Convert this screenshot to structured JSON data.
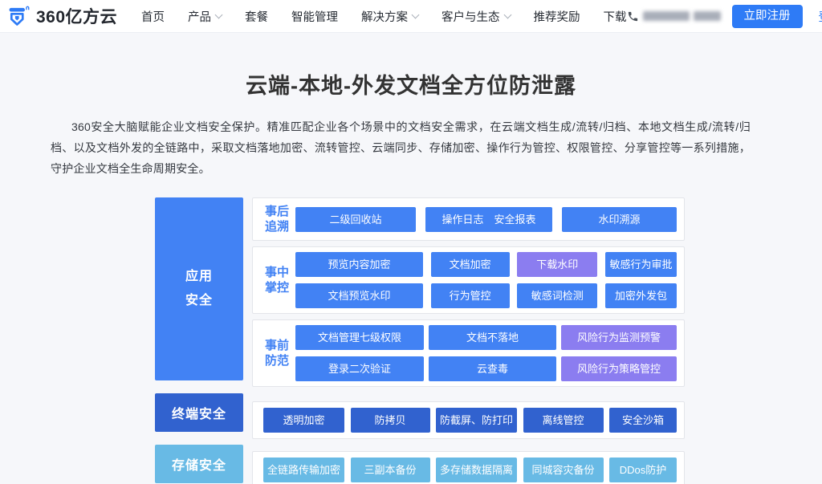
{
  "colors": {
    "blue": "#4282f4",
    "dark": "#3162cf",
    "light": "#68bae5",
    "purple": "#8b7df0",
    "accent": "#2e7bf6"
  },
  "nav": {
    "logo_text": "360亿方云",
    "logo_icon": "shield-logo-icon",
    "phone_icon": "phone-icon",
    "phone_masked": true,
    "items": [
      {
        "label": "首页",
        "dropdown": false
      },
      {
        "label": "产品",
        "dropdown": true
      },
      {
        "label": "套餐",
        "dropdown": false
      },
      {
        "label": "智能管理",
        "dropdown": false
      },
      {
        "label": "解决方案",
        "dropdown": true
      },
      {
        "label": "客户与生态",
        "dropdown": true
      },
      {
        "label": "推荐奖励",
        "dropdown": false
      },
      {
        "label": "下载",
        "dropdown": false
      }
    ],
    "register_label": "立即注册",
    "login_label": "登录"
  },
  "hero": {
    "title": "云端-本地-外发文档全方位防泄露",
    "description": "360安全大脑赋能企业文档安全保护。精准匹配企业各个场景中的文档安全需求，在云端文档生成/流转/归档、本地文档生成/流转/归档、以及文档外发的全链路中，采取文档落地加密、流转管控、云端同步、存储加密、操作行为管控、权限管控、分享管控等一系列措施，守护企业文档全生命周期安全。"
  },
  "diagram": {
    "left_boxes": [
      {
        "label": "应用安全",
        "color": "blue"
      },
      {
        "label": "终端安全",
        "color": "dark"
      },
      {
        "label": "存储安全",
        "color": "light"
      }
    ],
    "groups": [
      {
        "label": "事后追溯",
        "rows": [
          [
            {
              "label": "二级回收站",
              "color": "blue"
            },
            {
              "label": "操作日志　安全报表",
              "color": "blue"
            },
            {
              "label": "水印溯源",
              "color": "blue"
            }
          ]
        ]
      },
      {
        "label": "事中掌控",
        "rows": [
          [
            {
              "label": "预览内容加密",
              "color": "blue"
            },
            {
              "label": "文档加密",
              "color": "blue"
            },
            {
              "label": "下载水印",
              "color": "purple"
            },
            {
              "label": "敏感行为审批",
              "color": "blue"
            }
          ],
          [
            {
              "label": "文档预览水印",
              "color": "blue"
            },
            {
              "label": "行为管控",
              "color": "blue"
            },
            {
              "label": "敏感词检测",
              "color": "blue"
            },
            {
              "label": "加密外发包",
              "color": "blue"
            }
          ]
        ]
      },
      {
        "label": "事前防范",
        "rows": [
          [
            {
              "label": "文档管理七级权限",
              "color": "blue"
            },
            {
              "label": "文档不落地",
              "color": "blue"
            },
            {
              "label": "风险行为监测预警",
              "color": "purple"
            }
          ],
          [
            {
              "label": "登录二次验证",
              "color": "blue"
            },
            {
              "label": "云查毒",
              "color": "blue"
            },
            {
              "label": "风险行为策略管控",
              "color": "purple"
            }
          ]
        ]
      }
    ],
    "bottom_rows": [
      {
        "name": "terminal",
        "buttons": [
          {
            "label": "透明加密",
            "color": "dark"
          },
          {
            "label": "防拷贝",
            "color": "dark"
          },
          {
            "label": "防截屏、防打印",
            "color": "dark"
          },
          {
            "label": "离线管控",
            "color": "dark"
          },
          {
            "label": "安全沙箱",
            "color": "dark"
          }
        ]
      },
      {
        "name": "storage",
        "buttons": [
          {
            "label": "全链路传输加密",
            "color": "light"
          },
          {
            "label": "三副本备份",
            "color": "light"
          },
          {
            "label": "多存储数据隔离",
            "color": "light"
          },
          {
            "label": "同城容灾备份",
            "color": "light"
          },
          {
            "label": "DDos防护",
            "color": "light"
          }
        ]
      }
    ]
  }
}
